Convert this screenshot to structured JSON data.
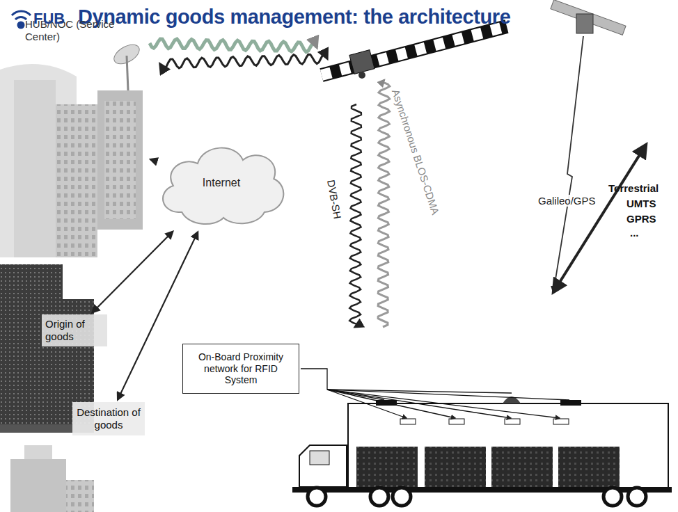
{
  "diagram": {
    "title": "Dynamic goods management: the architecture",
    "nodes": [
      {
        "text": [
          "HUB/NOC (Service Center)"
        ]
      },
      {
        "text": [
          "Internet"
        ]
      },
      {
        "text": [
          "Origin of goods"
        ]
      },
      {
        "text": [
          "Destination of goods"
        ]
      },
      {
        "text": [
          "On-Board Proximity network for RFID System"
        ]
      }
    ],
    "edges": [
      {
        "from": 0,
        "to": 1,
        "arrow": "to"
      },
      {
        "from": 2,
        "to": 1,
        "arrow": "both"
      },
      {
        "from": 3,
        "to": 1,
        "arrow": "both"
      }
    ],
    "labels": [
      "FUB",
      "DVB-SH",
      "Asynchronous BLOS-CDMA",
      "Galileo/GPS",
      "Terrestrial",
      "UMTS",
      "GPRS",
      "..."
    ]
  }
}
